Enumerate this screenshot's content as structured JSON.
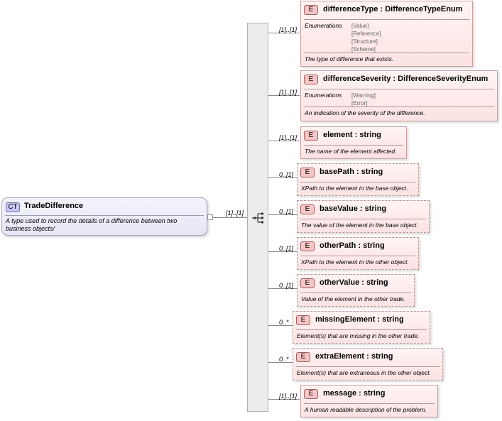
{
  "complex_type": {
    "badge": "CT",
    "name": "TradeDifference",
    "description": "A type used to record the details of a difference between two business objects/",
    "multiplicity": "[1]..[1]"
  },
  "elements": [
    {
      "badge": "E",
      "title": "differenceType : DifferenceTypeEnum",
      "multiplicity": "[1]..[1]",
      "enum_label": "Enumerations",
      "enums": [
        "[Value]",
        "[Reference]",
        "[Structure]",
        "[Scheme]"
      ],
      "description": "The type of difference that exists."
    },
    {
      "badge": "E",
      "title": "differenceSeverity : DifferenceSeverityEnum",
      "multiplicity": "[1]..[1]",
      "enum_label": "Enumerations",
      "enums": [
        "[Warning]",
        "[Error]"
      ],
      "description": "An indication of the severity of the difference."
    },
    {
      "badge": "E",
      "title": "element  : string",
      "multiplicity": "[1]..[1]",
      "description": "The name of the element affected."
    },
    {
      "badge": "E",
      "title": "basePath : string",
      "multiplicity": "0..[1]",
      "description": "XPath to the element in the base object."
    },
    {
      "badge": "E",
      "title": "baseValue : string",
      "multiplicity": "0..[1]",
      "description": "The value of the element in the base object."
    },
    {
      "badge": "E",
      "title": "otherPath : string",
      "multiplicity": "0..[1]",
      "description": "XPath to the element in the other object."
    },
    {
      "badge": "E",
      "title": "otherValue : string",
      "multiplicity": "0..[1]",
      "description": "Value of the element in the other trade."
    },
    {
      "badge": "E",
      "title": "missingElement : string",
      "multiplicity": "0..*",
      "description": "Element(s) that are missing in the other trade."
    },
    {
      "badge": "E",
      "title": "extraElement : string",
      "multiplicity": "0..*",
      "description": "Element(s) that are extraneous in the other object."
    },
    {
      "badge": "E",
      "title": "message : string",
      "multiplicity": "[1]..[1]",
      "description": "A human readable description of the problem."
    }
  ]
}
